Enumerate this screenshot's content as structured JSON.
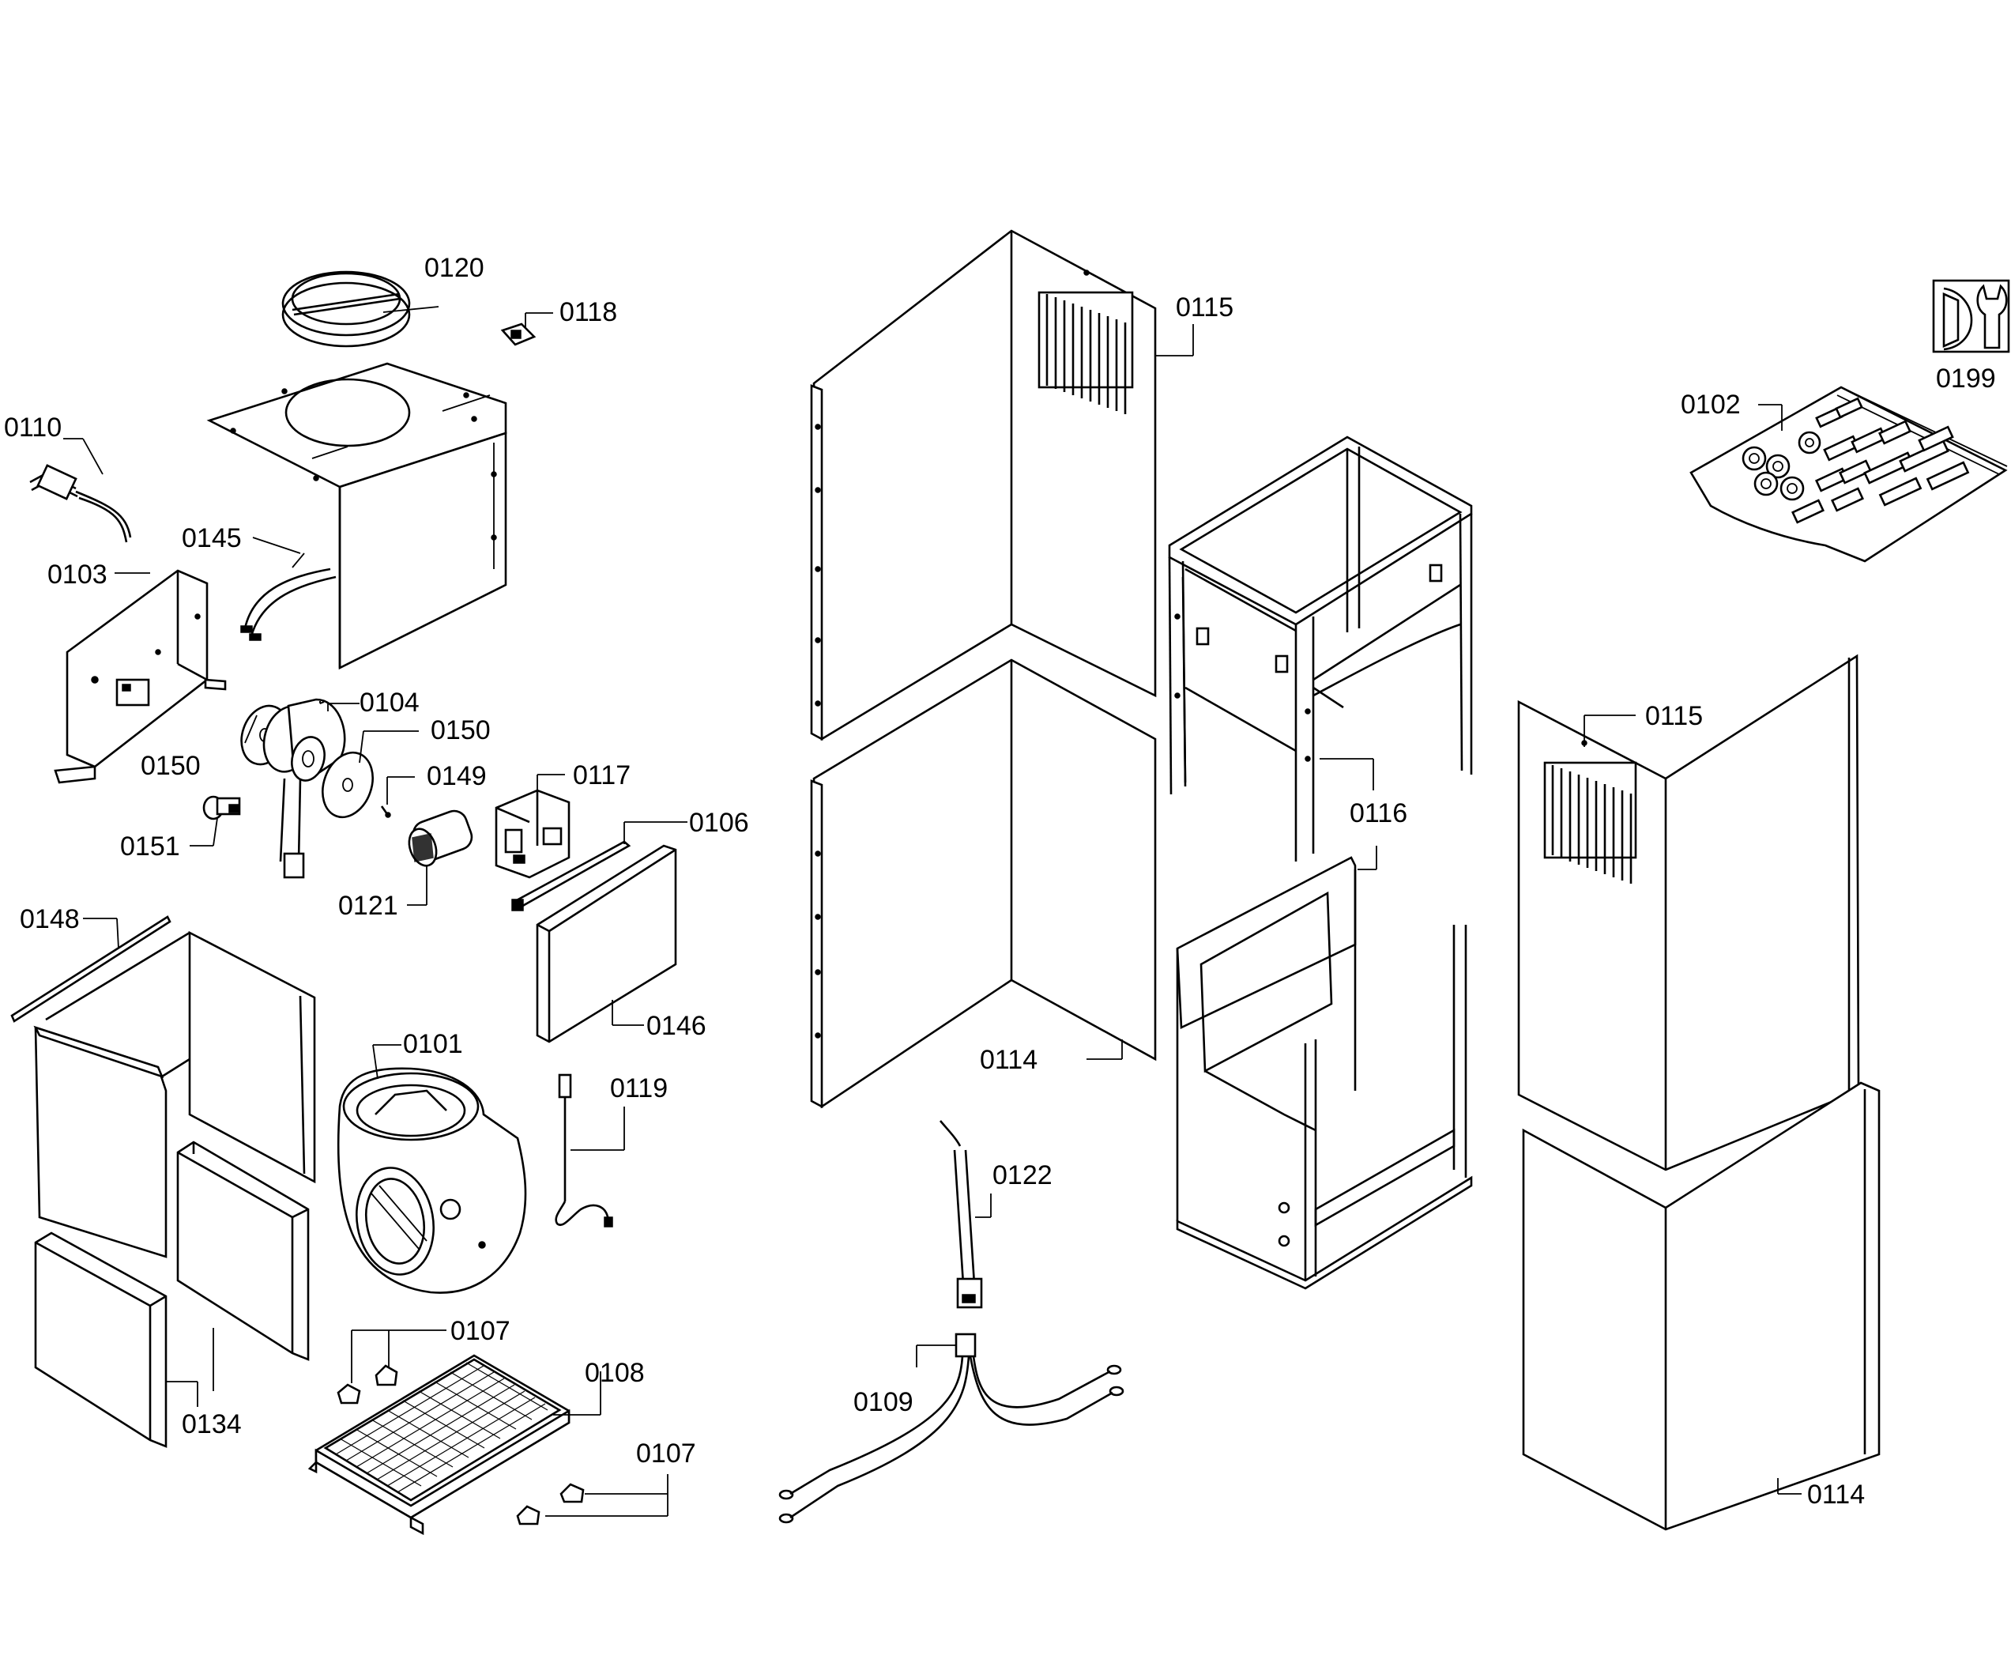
{
  "labels": {
    "p0101": "0101",
    "p0102": "0102",
    "p0103": "0103",
    "p0104": "0104",
    "p0106": "0106",
    "p0107a": "0107",
    "p0107b": "0107",
    "p0108": "0108",
    "p0109": "0109",
    "p0110": "0110",
    "p0114a": "0114",
    "p0114b": "0114",
    "p0115a": "0115",
    "p0115b": "0115",
    "p0116": "0116",
    "p0117": "0117",
    "p0118": "0118",
    "p0119": "0119",
    "p0120": "0120",
    "p0121": "0121",
    "p0122": "0122",
    "p0134": "0134",
    "p0145": "0145",
    "p0146": "0146",
    "p0148": "0148",
    "p0149": "0149",
    "p0150a": "0150",
    "p0150b": "0150",
    "p0151": "0151",
    "p0199": "0199"
  },
  "icons": {
    "tool": "wrench-icon"
  },
  "colors": {
    "ink": "#000000",
    "paper": "#ffffff"
  }
}
